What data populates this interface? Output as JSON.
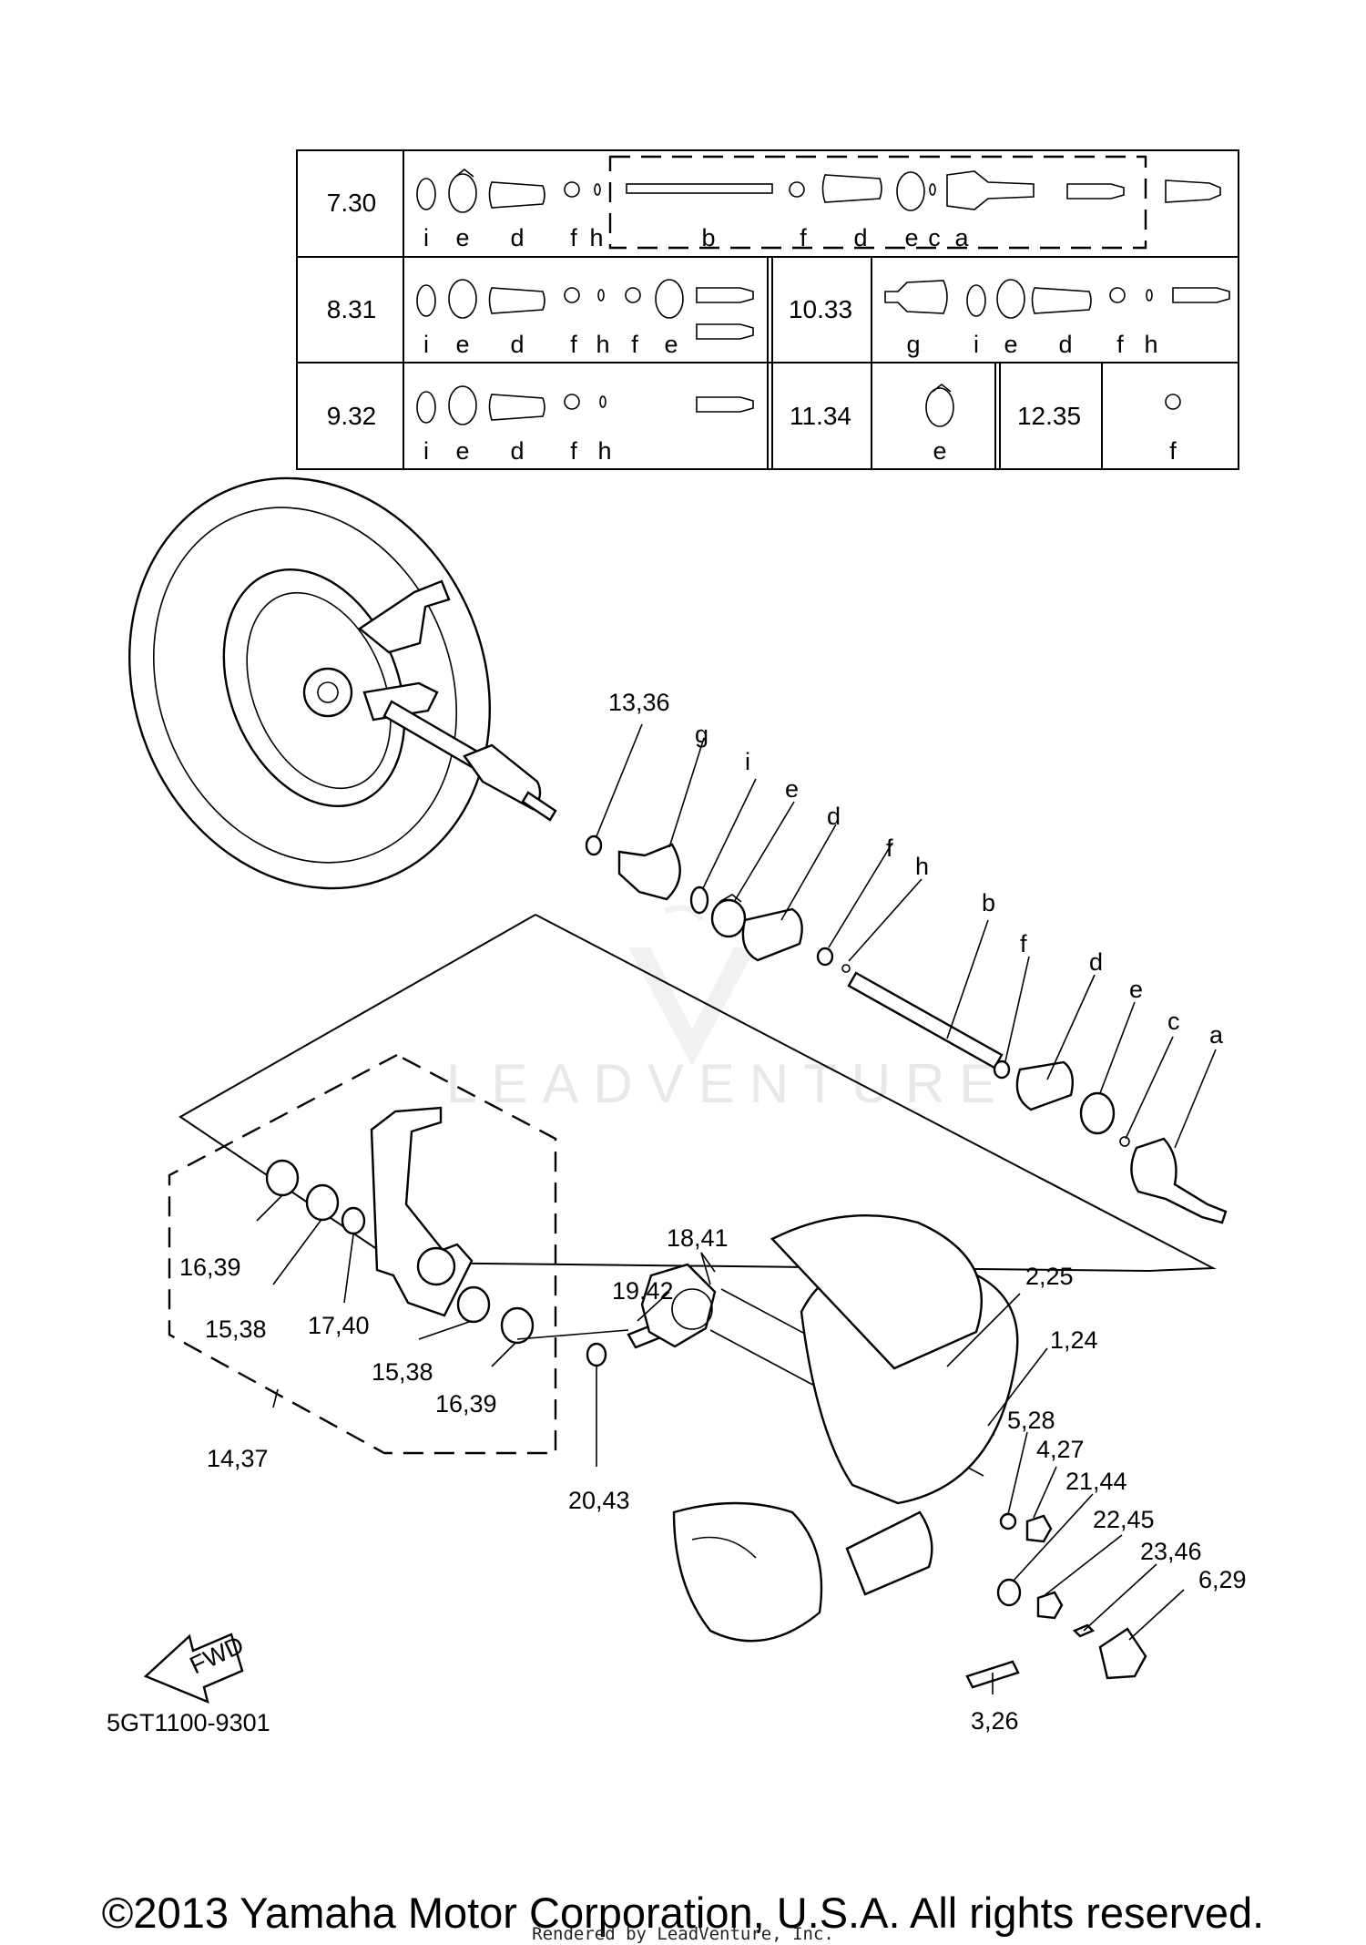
{
  "table": {
    "rows": [
      {
        "code": "7.30",
        "letters": [
          "i",
          "e",
          "d",
          "f",
          "h",
          "b",
          "f",
          "d",
          "e",
          "c",
          "a"
        ]
      },
      {
        "code": "8.31",
        "letters": [
          "i",
          "e",
          "d",
          "f",
          "h",
          "f",
          "e"
        ]
      },
      {
        "code": "10.33",
        "letters": [
          "g",
          "i",
          "e",
          "d",
          "f",
          "h"
        ]
      },
      {
        "code": "9.32",
        "letters": [
          "i",
          "e",
          "d",
          "f",
          "h"
        ]
      },
      {
        "code": "11.34",
        "letters": [
          "e"
        ]
      },
      {
        "code": "12.35",
        "letters": [
          "f"
        ]
      }
    ]
  },
  "callouts": {
    "c13_36": "13,36",
    "g": "g",
    "i": "i",
    "e": "e",
    "d": "d",
    "f": "f",
    "h": "h",
    "b": "b",
    "f2": "f",
    "d2": "d",
    "e2": "e",
    "c": "c",
    "a": "a",
    "c18_41": "18,41",
    "c19_42": "19,42",
    "c2_25": "2,25",
    "c1_24": "1,24",
    "c5_28": "5,28",
    "c4_27": "4,27",
    "c21_44": "21,44",
    "c22_45": "22,45",
    "c23_46": "23,46",
    "c6_29": "6,29",
    "c3_26": "3,26",
    "c20_43": "20,43",
    "c16_39a": "16,39",
    "c15_38a": "15,38",
    "c17_40": "17,40",
    "c15_38b": "15,38",
    "c16_39b": "16,39",
    "c14_37": "14,37"
  },
  "fwd_label": "FWD",
  "diagram_code": "5GT1100-9301",
  "watermark": "LEADVENTURE",
  "copyright": "©2013 Yamaha Motor Corporation, U.S.A. All rights reserved.",
  "rendered_by": "Rendered by LeadVenture, Inc."
}
